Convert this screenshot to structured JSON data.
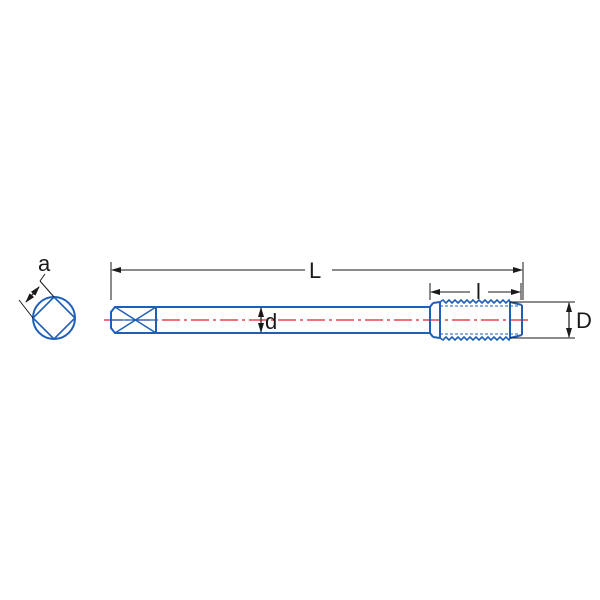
{
  "diagram": {
    "title": "Machine tap dimension drawing",
    "colors": {
      "outline": "#1f5fb5",
      "centerline": "#e0202a",
      "dimension": "#1a1a1a",
      "background": "#ffffff"
    },
    "labels": {
      "square_size": "a",
      "overall_length": "L",
      "thread_length": "l",
      "shank_diameter": "d",
      "thread_diameter": "D"
    },
    "views": [
      "end-view-square-drive",
      "side-view-tap"
    ]
  }
}
